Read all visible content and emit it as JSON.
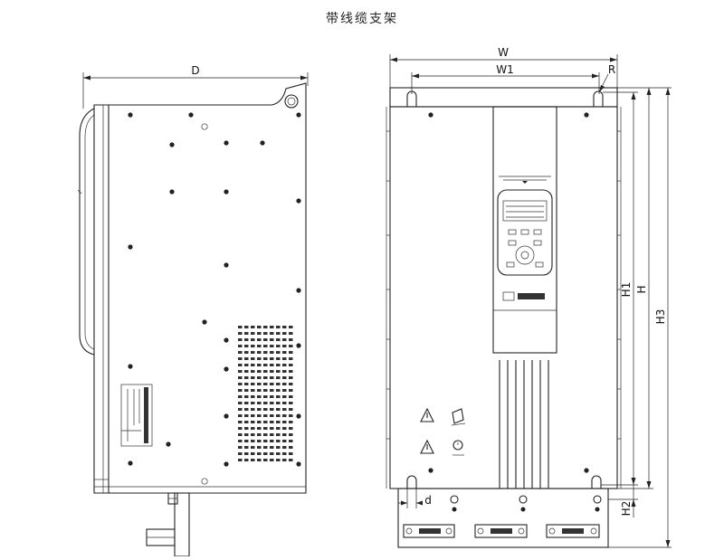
{
  "title": "带线缆支架",
  "dims": {
    "D": "D",
    "W": "W",
    "W1": "W1",
    "R": "R",
    "H": "H",
    "H1": "H1",
    "H2": "H2",
    "H3": "H3",
    "d": "d"
  },
  "colors": {
    "line": "#222222",
    "background": "#ffffff"
  }
}
